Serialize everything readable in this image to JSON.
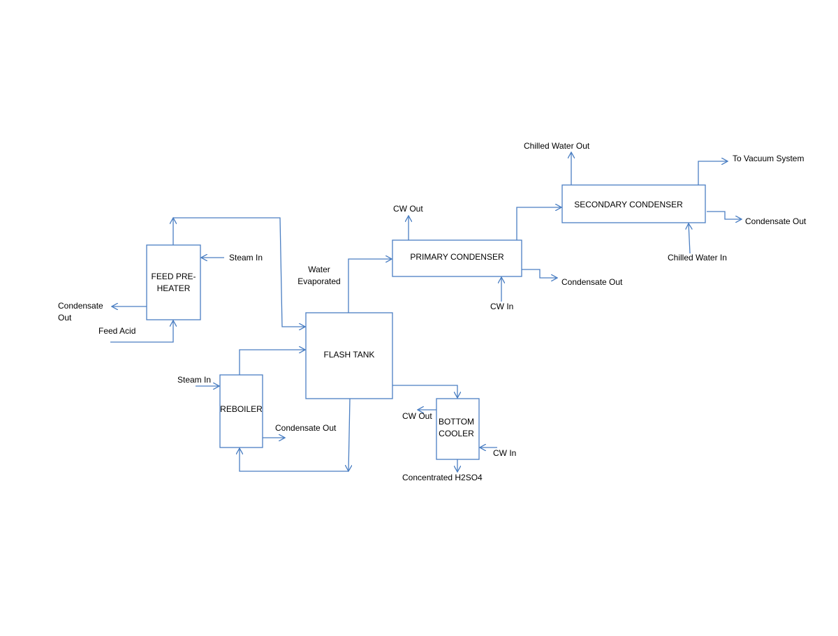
{
  "diagram": {
    "units": {
      "feed_preheater": "FEED PRE-\nHEATER",
      "reboiler": "REBOILER",
      "flash_tank": "FLASH TANK",
      "primary_condenser": "PRIMARY CONDENSER",
      "secondary_condenser": "SECONDARY CONDENSER",
      "bottom_cooler": "BOTTOM\nCOOLER"
    },
    "streams": {
      "preheater_steam_in": "Steam In",
      "preheater_condensate_out": "Condensate\nOut",
      "feed_acid": "Feed Acid",
      "reboiler_steam_in": "Steam In",
      "reboiler_condensate_out": "Condensate Out",
      "water_evaporated": "Water\nEvaporated",
      "primary_cw_out": "CW Out",
      "primary_cw_in": "CW In",
      "primary_condensate_out": "Condensate Out",
      "chilled_water_out": "Chilled Water Out",
      "chilled_water_in": "Chilled Water In",
      "to_vacuum_system": "To Vacuum System",
      "secondary_condensate_out": "Condensate Out",
      "cooler_cw_out": "CW Out",
      "cooler_cw_in": "CW In",
      "concentrated_h2so4": "Concentrated H2SO4"
    },
    "line_color": "#4a7ec2"
  }
}
